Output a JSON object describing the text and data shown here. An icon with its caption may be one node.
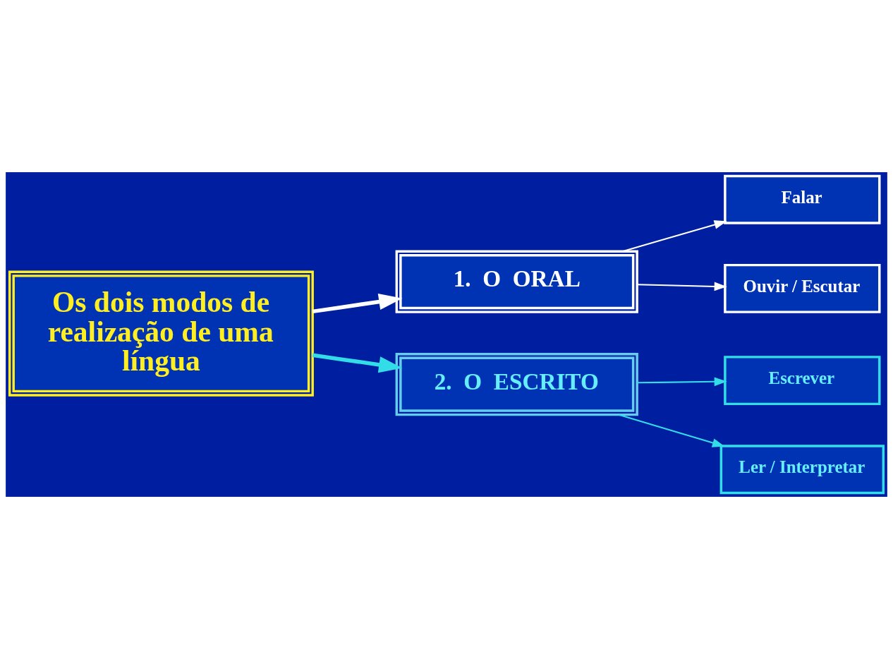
{
  "diagram": {
    "nodes": [
      {
        "text": [
          "Os dois modos de realização de uma língua"
        ]
      },
      {
        "text": [
          "1.  O  ORAL"
        ]
      },
      {
        "text": [
          "2.  O  ESCRITO"
        ]
      },
      {
        "text": [
          "Falar"
        ]
      },
      {
        "text": [
          "Ouvir / Escutar"
        ]
      },
      {
        "text": [
          "Escrever"
        ]
      },
      {
        "text": [
          "Ler / Interpretar"
        ]
      }
    ],
    "edges": [
      {
        "from": 0,
        "to": 1,
        "arrow": "to",
        "style": "thick"
      },
      {
        "from": 0,
        "to": 2,
        "arrow": "to",
        "style": "thick",
        "color": "#33dde8"
      },
      {
        "from": 1,
        "to": 3,
        "arrow": "to"
      },
      {
        "from": 1,
        "to": 4,
        "arrow": "to"
      },
      {
        "from": 2,
        "to": 5,
        "arrow": "to",
        "color": "#33dde8"
      },
      {
        "from": 2,
        "to": 6,
        "arrow": "to",
        "color": "#33dde8"
      }
    ]
  }
}
